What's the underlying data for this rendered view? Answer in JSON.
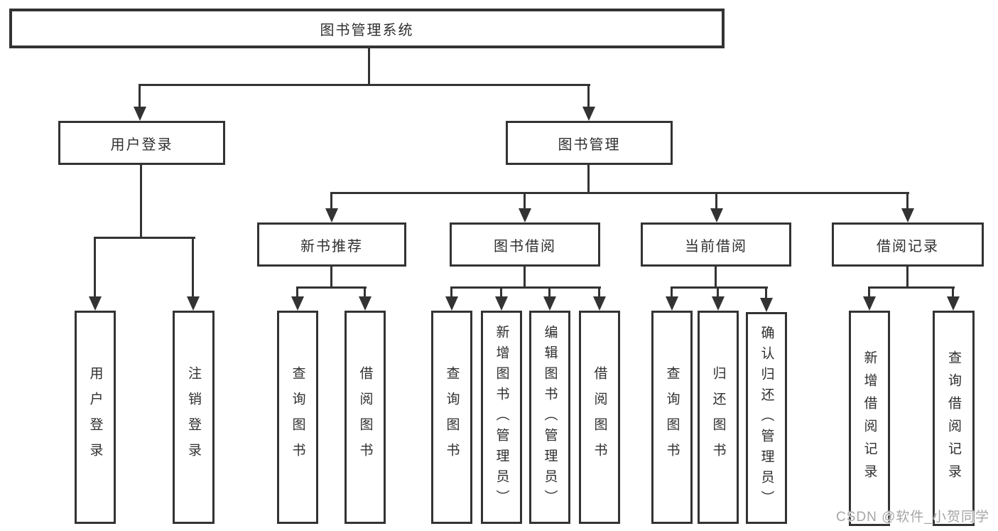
{
  "nodes": {
    "root": "图书管理系统",
    "user_login": "用户登录",
    "book_mgmt": "图书管理",
    "new_books": "新书推荐",
    "book_borrow": "图书借阅",
    "current_borrow": "当前借阅",
    "borrow_records": "借阅记录",
    "leaf_user_login": "用户登录",
    "leaf_logout": "注销登录",
    "leaf_nb_query": "查询图书",
    "leaf_nb_borrow": "借阅图书",
    "leaf_bb_query": "查询图书",
    "leaf_bb_add": "新增图书（管理员）",
    "leaf_bb_edit": "编辑图书（管理员）",
    "leaf_bb_borrow": "借阅图书",
    "leaf_cb_query": "查询图书",
    "leaf_cb_return": "归还图书",
    "leaf_cb_confirm": "确认归还（管理员）",
    "leaf_br_add": "新增借阅记录",
    "leaf_br_query": "查询借阅记录"
  },
  "watermark": "CSDN @软件_小贺同学",
  "colors": {
    "line": "#333333",
    "border": "#333333",
    "text": "#2f2f2f",
    "background": "#ffffff",
    "watermark": "#a6a6a6"
  }
}
